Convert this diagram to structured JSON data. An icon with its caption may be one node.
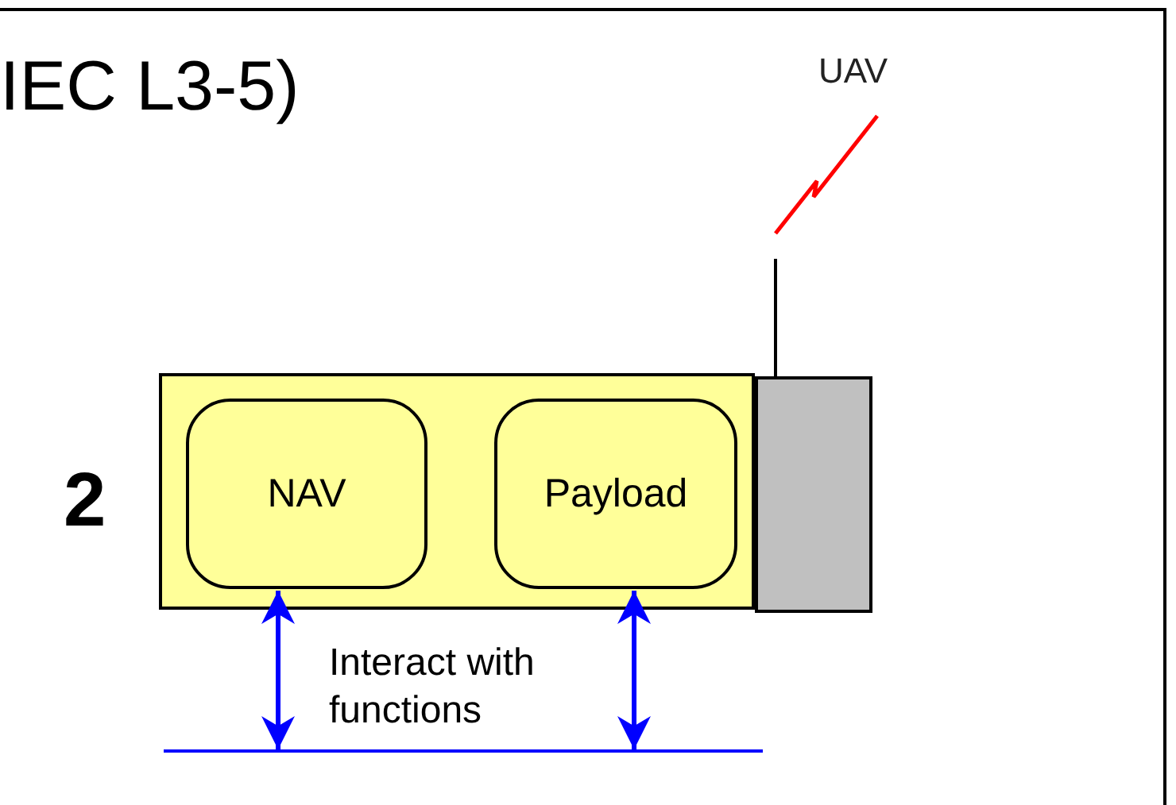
{
  "diagram": {
    "title": "IEC L3-5)",
    "nodes": [
      {
        "text": [],
        "shape": "box"
      },
      {
        "text": [
          "NAV"
        ],
        "in": 0
      },
      {
        "text": [
          "Payload"
        ],
        "in": 0
      },
      {
        "text": [],
        "shape": "box"
      },
      {
        "text": [],
        "shape": "bar"
      }
    ],
    "edges": [
      {
        "from": 1,
        "to": 4,
        "arrow": "both",
        "color": "#0000ff"
      },
      {
        "from": 2,
        "to": 4,
        "arrow": "both",
        "color": "#0000ff"
      }
    ],
    "labels": [
      "UAV",
      "2",
      "Interact with functions"
    ]
  }
}
